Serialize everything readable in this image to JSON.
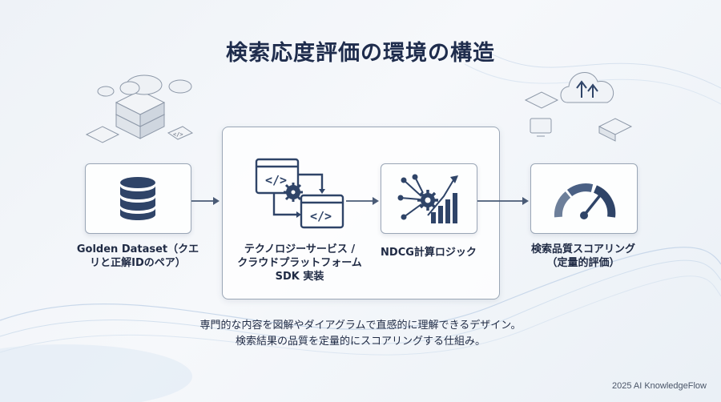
{
  "title": "検索応度評価の環境の構造",
  "nodes": {
    "golden_dataset": {
      "label_line1": "Golden Dataset（クエ",
      "label_line2": "リと正解IDのペア）",
      "icon": "database-icon"
    },
    "sdk": {
      "label_line1": "テクノロジーサービス /",
      "label_line2": "クラウドプラットフォーム",
      "label_line3": "SDK 実装",
      "icon": "code-window-gear-icon"
    },
    "ndcg": {
      "label": "NDCG計算ロジック",
      "icon": "gear-network-chart-icon"
    },
    "scoring": {
      "label_line1": "検索品質スコアリング",
      "label_line2": "（定量的評価）",
      "icon": "gauge-icon"
    }
  },
  "description": {
    "line1": "専門的な内容を図解やダイアグラムで直感的に理解できるデザイン。",
    "line2": "検索結果の品質を定量的にスコアリングする仕組み。"
  },
  "footer": "2025 AI KnowledgeFlow",
  "colors": {
    "primary": "#2f4468",
    "accent": "#3f5a80",
    "border": "#9aa6b6"
  }
}
